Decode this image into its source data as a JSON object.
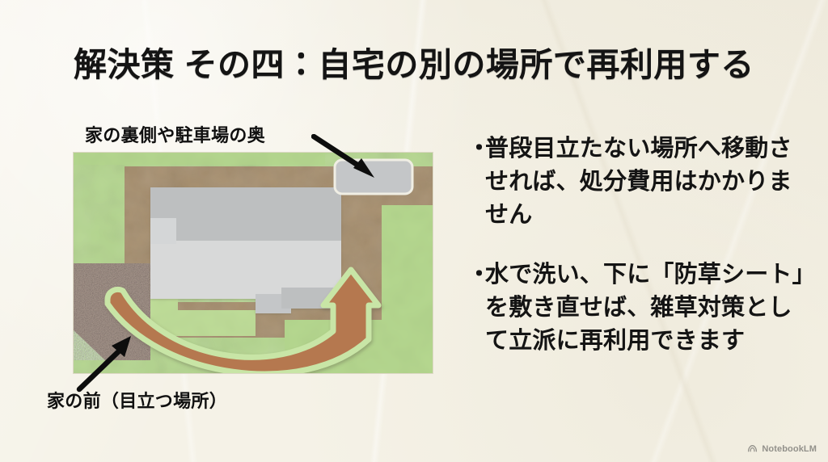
{
  "slide": {
    "title": "解決策 その四：自宅の別の場所で再利用する",
    "background_color": "#f5f2e7",
    "text_color": "#141414"
  },
  "diagram": {
    "name": "property-site-plan",
    "labels": {
      "back": "家の裏側や駐車場の奥",
      "front": "家の前（目立つ場所）"
    },
    "colors": {
      "lawn": "#b5d78f",
      "lawn_light": "#c2e09c",
      "path": "#a8906f",
      "gravel": "#ab9a90",
      "house_roof_dark": "#bdbfc0",
      "house_roof_light": "#d8d9d9",
      "parking_slab": "#c4c6c8",
      "move_arrow": "#b5784f",
      "move_arrow_outline": "#c8e5a6",
      "callout_arrow": "#0d0d0d"
    },
    "regions": [
      {
        "name": "front-gravel-area",
        "label": "家の前（目立つ場所）"
      },
      {
        "name": "rear-parking-slab",
        "label": "家の裏側や駐車場の奥"
      },
      {
        "name": "house-footprint",
        "label": ""
      },
      {
        "name": "driveway-path",
        "label": ""
      },
      {
        "name": "lawn",
        "label": ""
      }
    ],
    "move_arrow": {
      "name": "relocation-arrow",
      "from": "front-gravel-area",
      "to": "rear-parking-slab"
    }
  },
  "bullets": [
    {
      "marker": "・",
      "text": "普段目立たない場所へ移動させれば、処分費用はかかりません"
    },
    {
      "marker": "・",
      "text": "水で洗い、下に「防草シート」を敷き直せば、雑草対策として立派に再利用できます"
    }
  ],
  "watermark": {
    "text": "NotebookLM",
    "icon": "notebooklm-icon"
  }
}
